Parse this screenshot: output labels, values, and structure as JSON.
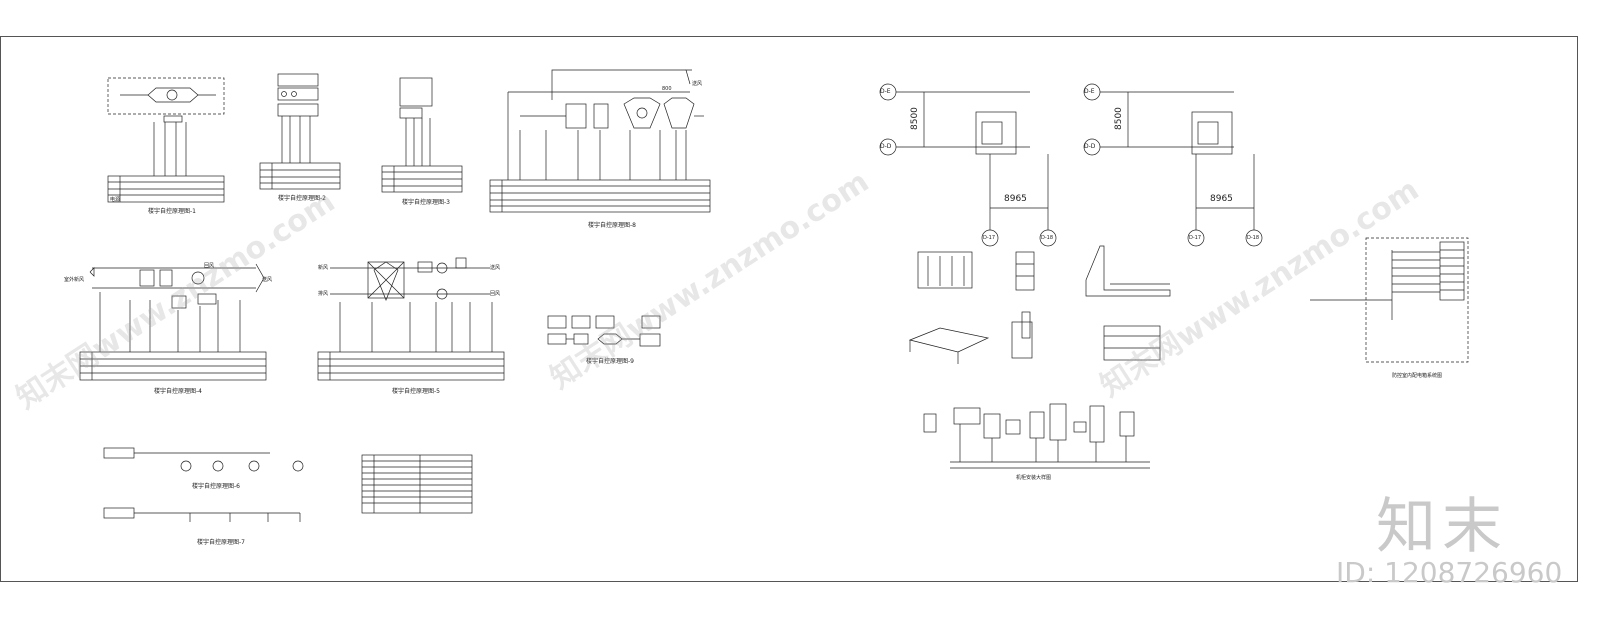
{
  "left_sheet": {
    "diagrams": [
      {
        "caption": "楼宇自控原理图-1"
      },
      {
        "caption": "楼宇自控原理图-2"
      },
      {
        "caption": "楼宇自控原理图-3"
      },
      {
        "caption": "楼宇自控原理图-4"
      },
      {
        "caption": "楼宇自控原理图-5"
      },
      {
        "caption": "楼宇自控原理图-6"
      },
      {
        "caption": "楼宇自控原理图-7"
      },
      {
        "caption": "楼宇自控原理图-8"
      },
      {
        "caption": "楼宇自控原理图-9"
      }
    ],
    "labels": {
      "supply_air": "送风",
      "exhaust_air": "排风",
      "fresh_air": "新风",
      "return_air": "回风",
      "outdoor_air": "室外新风",
      "electric": "电源"
    },
    "dims": {
      "d1": "800"
    }
  },
  "right_sheet": {
    "axes": {
      "de": "D-E",
      "dd": "D-D",
      "d17": "D-17",
      "d18": "D-18"
    },
    "dims": {
      "vertical": "8500",
      "horizontal": "8965"
    },
    "captions": {
      "system": "防控室内配电箱系统图",
      "cabinet": "机柜安装大样图"
    }
  },
  "brand": {
    "watermark": "知末网www.znzmo.com",
    "logo": "知末",
    "id_text": "ID: 1208726960"
  }
}
